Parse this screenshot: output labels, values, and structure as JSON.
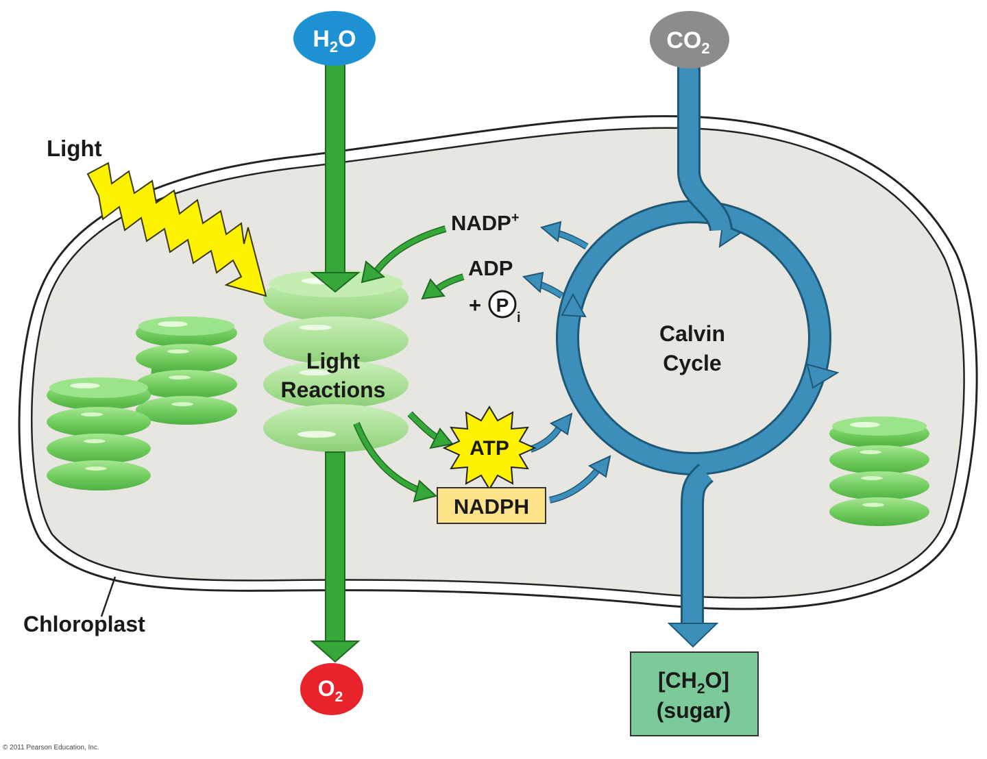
{
  "labels": {
    "light": "Light",
    "h2o_main": "H",
    "h2o_sub": "2",
    "h2o_tail": "O",
    "co2_main": "CO",
    "co2_sub": "2",
    "o2_main": "O",
    "o2_sub": "2",
    "nadp_main": "NADP",
    "nadp_sup": "+",
    "adp": "ADP",
    "plus": "+",
    "pi_circle": "P",
    "pi_sub": "i",
    "light_reactions_1": "Light",
    "light_reactions_2": "Reactions",
    "calvin_1": "Calvin",
    "calvin_2": "Cycle",
    "atp": "ATP",
    "nadph": "NADPH",
    "sugar_1a": "[CH",
    "sugar_1b": "2",
    "sugar_1c": "O]",
    "sugar_2": "(sugar)",
    "chloroplast": "Chloroplast"
  },
  "copyright": "© 2011 Pearson Education, Inc.",
  "colors": {
    "stroma": "#e7e6e1",
    "green_arrow": "#36a83a",
    "blue_arrow": "#3c8fba",
    "h2o_bubble": "#1e90d4",
    "co2_bubble": "#8c8c8c",
    "o2_bubble": "#e8232c",
    "atp_star": "#fff200",
    "nadph_box": "#ffe38a",
    "sugar_box": "#7cc99a",
    "thylakoid": "#7ed36b"
  }
}
